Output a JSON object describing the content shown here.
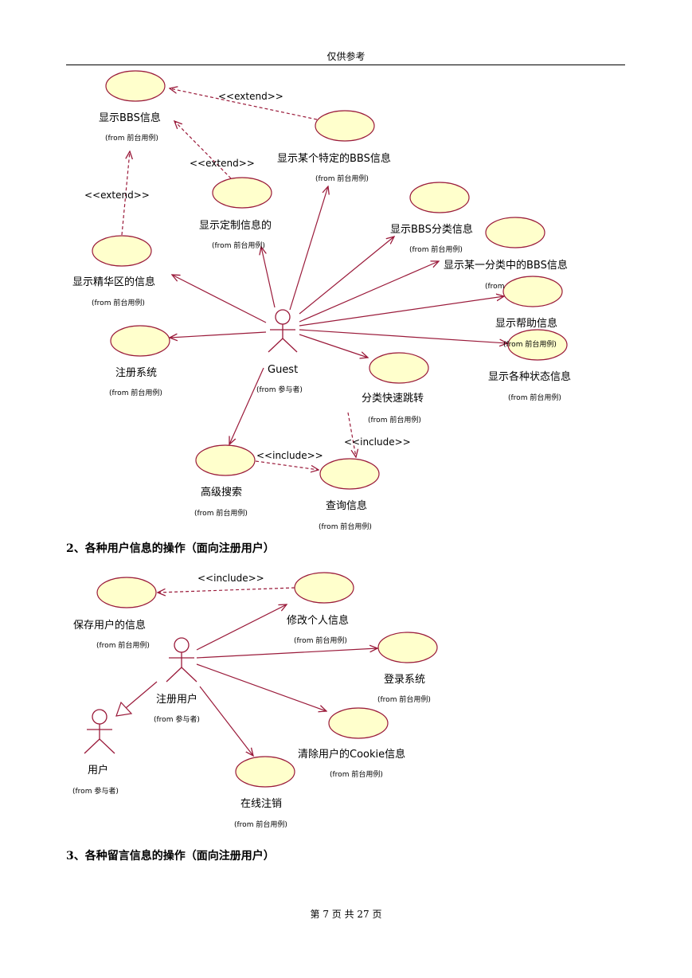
{
  "header": {
    "text": "仅供参考"
  },
  "diagram1": {
    "actor": {
      "name": "Guest",
      "from": "(from 参与者)"
    },
    "use_cases": [
      {
        "id": "bbs-info",
        "label": "显示BBS信息",
        "from": "(from 前台用例)"
      },
      {
        "id": "specific-bbs",
        "label": "显示某个特定的BBS信息",
        "from": "(from 前台用例)"
      },
      {
        "id": "custom-info",
        "label": "显示定制信息的",
        "from": "(from 前台用例)"
      },
      {
        "id": "essence",
        "label": "显示精华区的信息",
        "from": "(from 前台用例)"
      },
      {
        "id": "register",
        "label": "注册系统",
        "from": "(from 前台用例)"
      },
      {
        "id": "bbs-category",
        "label": "显示BBS分类信息",
        "from": "(from 前台用例)"
      },
      {
        "id": "category-bbs",
        "label": "显示某一分类中的BBS信息",
        "from": "(from"
      },
      {
        "id": "help",
        "label": "显示帮助信息",
        "from": "(from 前台用例)"
      },
      {
        "id": "status",
        "label": "显示各种状态信息",
        "from": "(from 前台用例)"
      },
      {
        "id": "quick-jump",
        "label": "分类快速跳转",
        "from": "(from 前台用例)"
      },
      {
        "id": "adv-search",
        "label": "高级搜索",
        "from": "(from 前台用例)"
      },
      {
        "id": "query",
        "label": "查询信息",
        "from": "(from 前台用例)"
      }
    ],
    "stereotypes": [
      "<<extend>>",
      "<<extend>>",
      "<<extend>>",
      "<<include>>",
      "<<include>>"
    ]
  },
  "section2": {
    "title": "2、各种用户信息的操作（面向注册用户）"
  },
  "diagram2": {
    "actor_registered": {
      "name": "注册用户",
      "from": "(from 参与者)"
    },
    "actor_user": {
      "name": "用户",
      "from": "(from 参与者)"
    },
    "use_cases": [
      {
        "id": "save-user",
        "label": "保存用户的信息",
        "from": "(from 前台用例)"
      },
      {
        "id": "modify",
        "label": "修改个人信息",
        "from": "(from 前台用例)"
      },
      {
        "id": "login",
        "label": "登录系统",
        "from": "(from 前台用例)"
      },
      {
        "id": "clear-cookie",
        "label": "清除用户的Cookie信息",
        "from": "(from 前台用例)"
      },
      {
        "id": "logout",
        "label": "在线注销",
        "from": "(from 前台用例)"
      }
    ],
    "stereotypes": [
      "<<include>>"
    ]
  },
  "section3": {
    "title": "3、各种留言信息的操作（面向注册用户）"
  },
  "footer": {
    "text": "第 7 页 共 27 页"
  }
}
